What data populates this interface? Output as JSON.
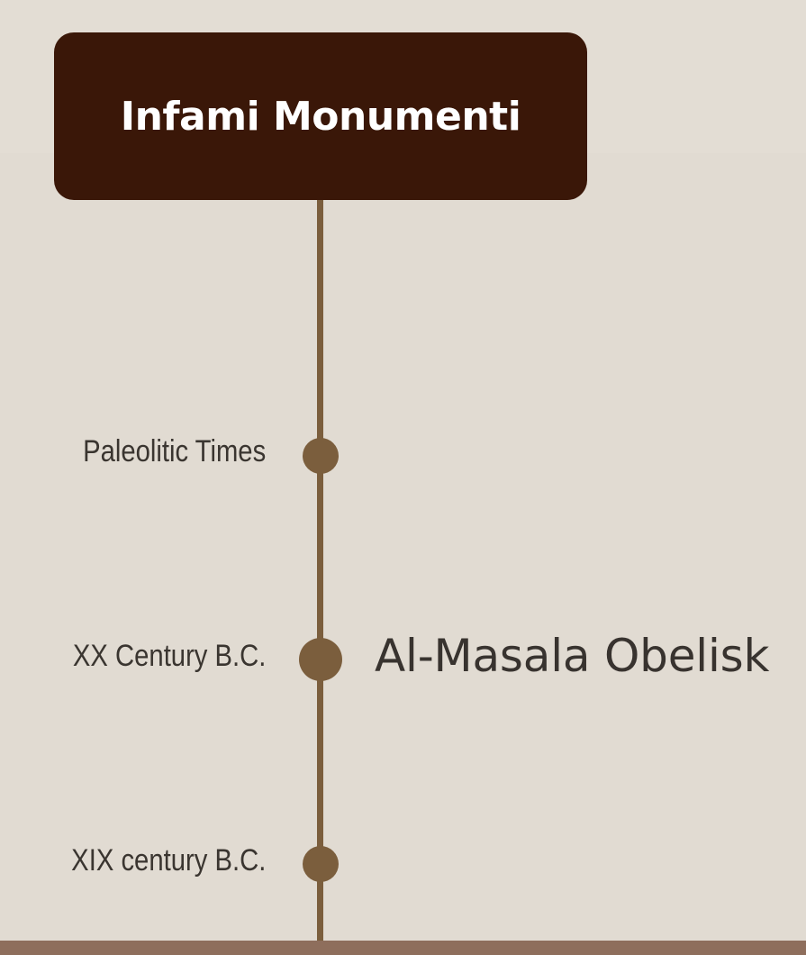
{
  "title": "Infami Monumenti",
  "timeline": {
    "entries": [
      {
        "date": "Paleolitic Times",
        "event": ""
      },
      {
        "date": "XX Century B.C.",
        "event": "Al-Masala Obelisk"
      },
      {
        "date": "XIX century B.C.",
        "event": ""
      }
    ]
  },
  "colors": {
    "background": "#e2dcd3",
    "title_card": "#3a1708",
    "title_text": "#ffffff",
    "timeline": "#7b5e3d",
    "text": "#3a3530",
    "bottom_bar": "#8e6e5c"
  }
}
